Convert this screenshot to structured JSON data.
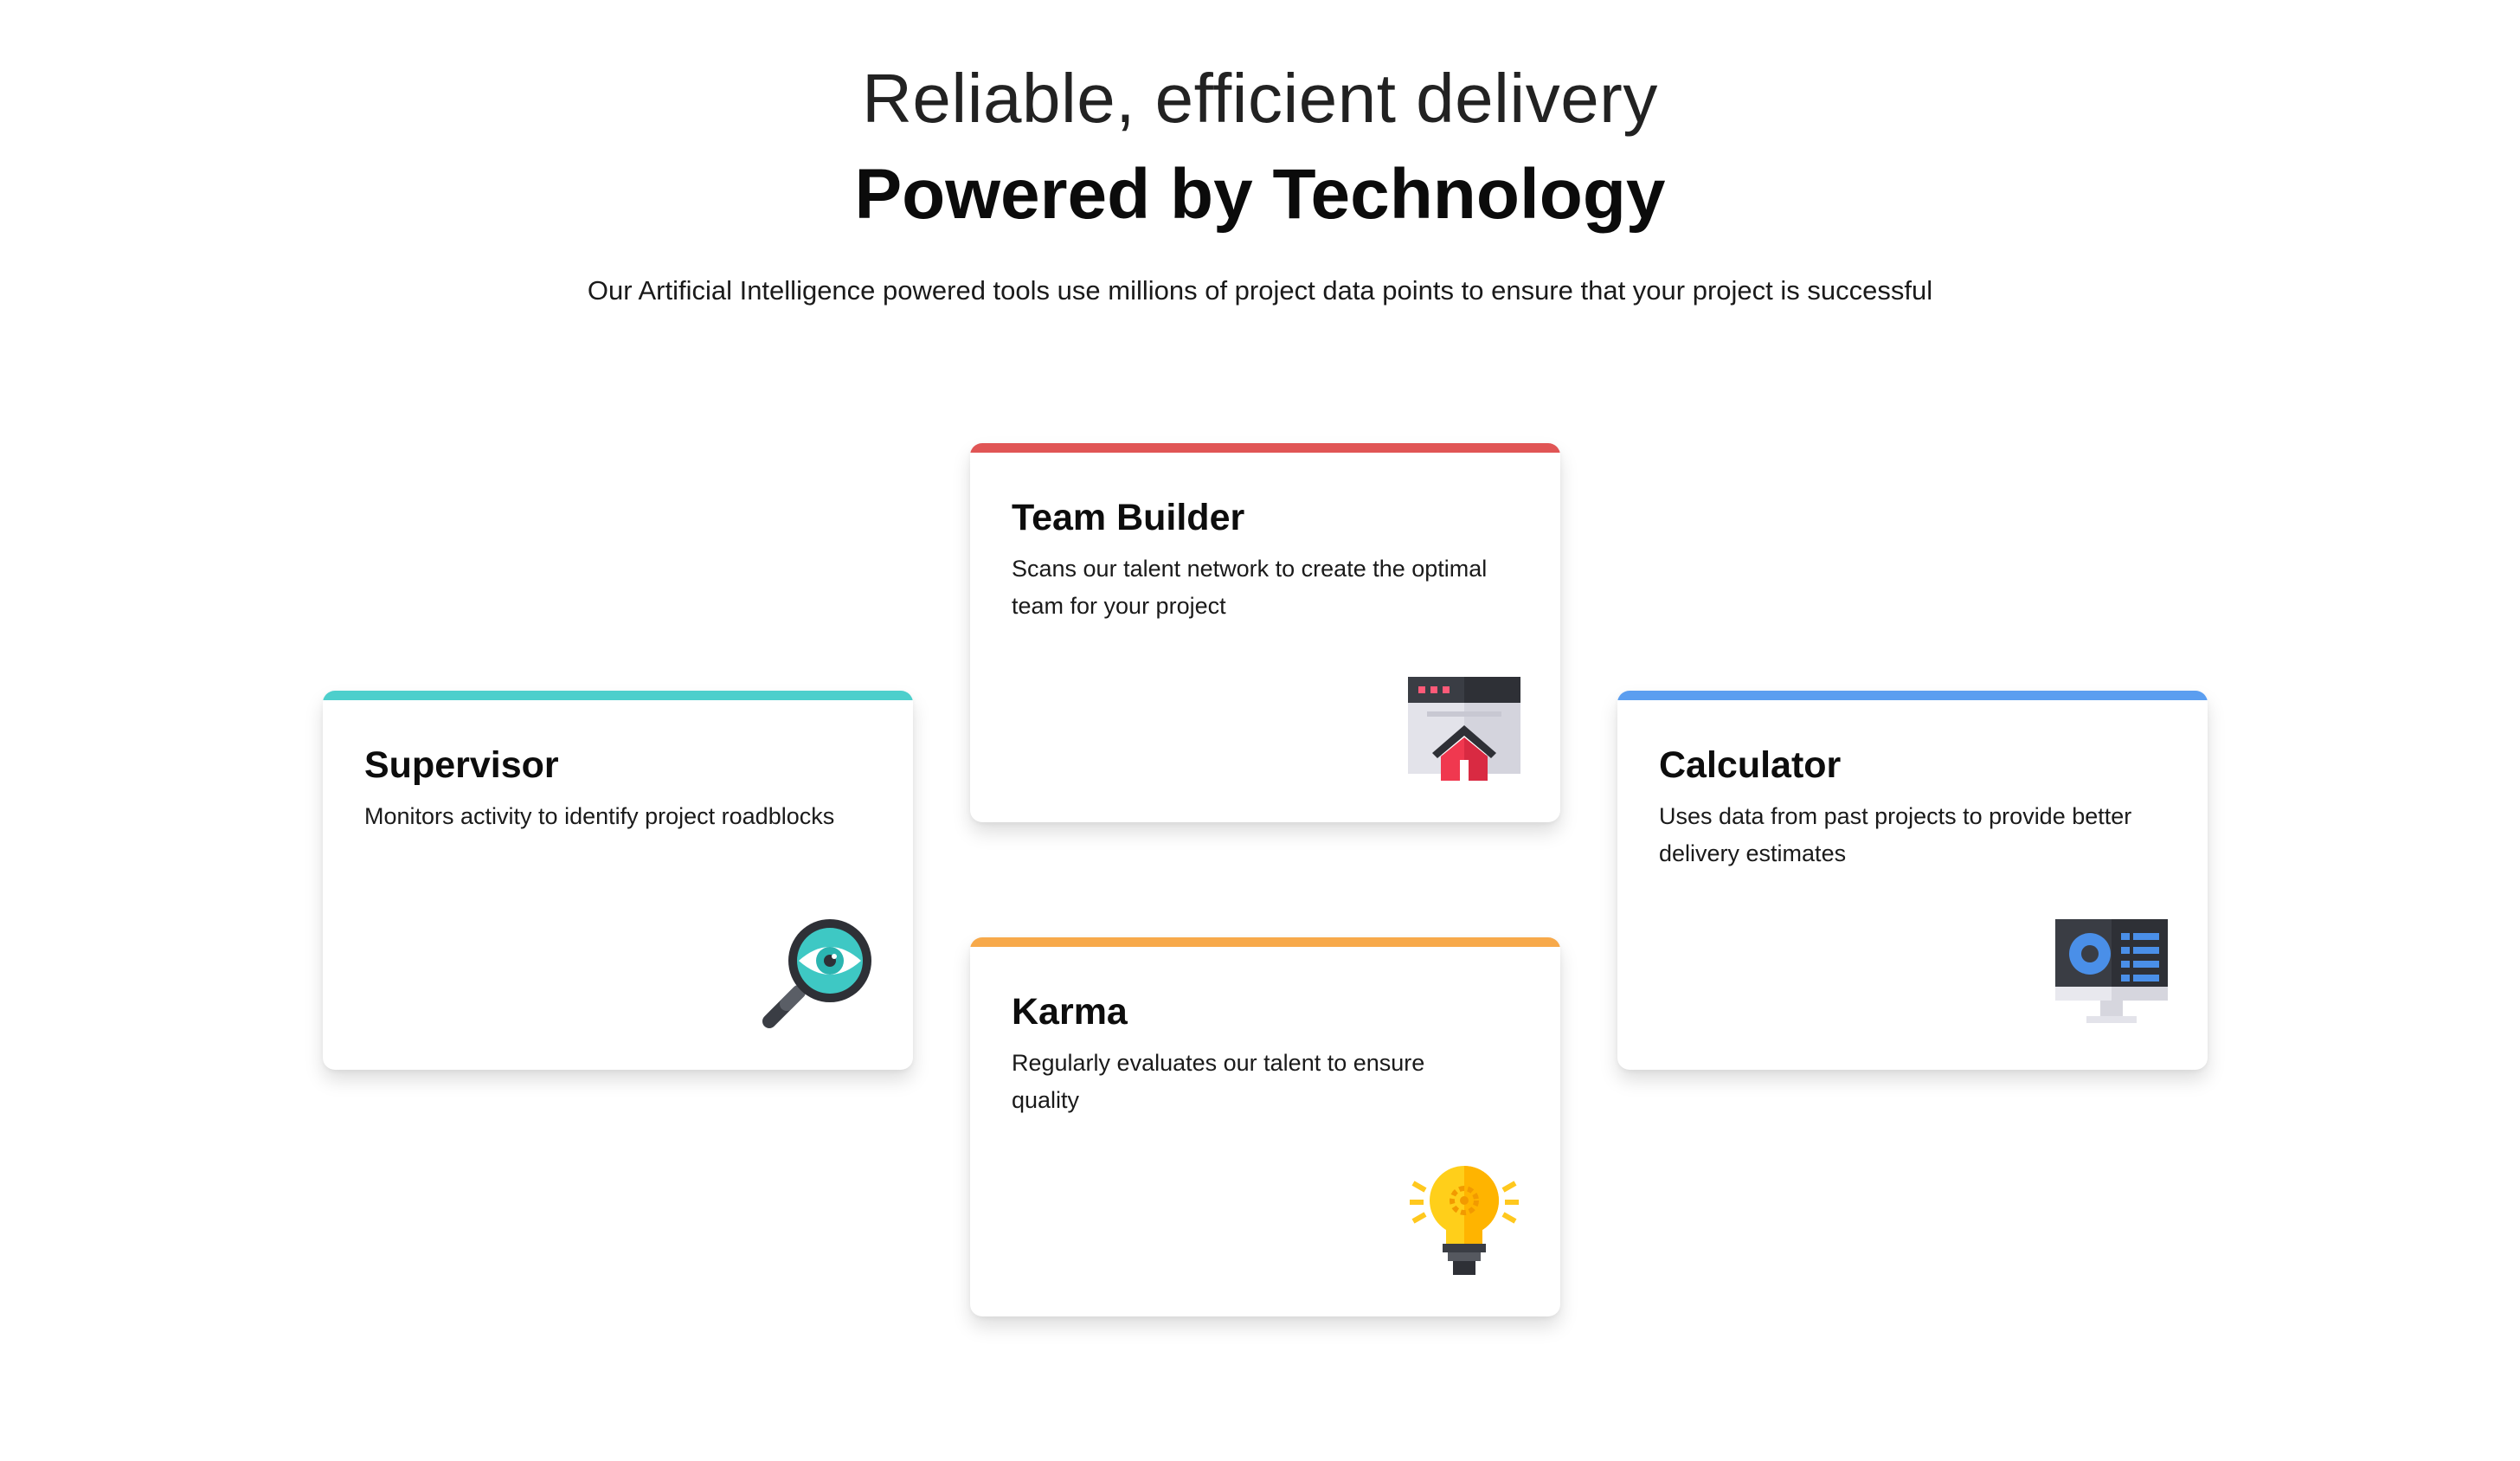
{
  "hero": {
    "tagline": "Reliable, efficient delivery",
    "headline": "Powered by Technology",
    "description": "Our Artificial Intelligence powered tools use millions of project data points to ensure that your project is successful"
  },
  "cards": [
    {
      "id": "team-builder",
      "title": "Team Builder",
      "description": "Scans our talent network to create the optimal team for your project",
      "icon": "team-builder-icon",
      "accent_color": "#e05555"
    },
    {
      "id": "supervisor",
      "title": "Supervisor",
      "description": "Monitors activity to identify project roadblocks",
      "icon": "magnifier-eye-icon",
      "accent_color": "#4dcfcc"
    },
    {
      "id": "calculator",
      "title": "Calculator",
      "description": "Uses data from past projects to provide better delivery estimates",
      "icon": "monitor-dashboard-icon",
      "accent_color": "#5b9ef0"
    },
    {
      "id": "karma",
      "title": "Karma",
      "description": "Regularly evaluates our talent to ensure quality",
      "icon": "lightbulb-icon",
      "accent_color": "#f7a94a"
    }
  ]
}
